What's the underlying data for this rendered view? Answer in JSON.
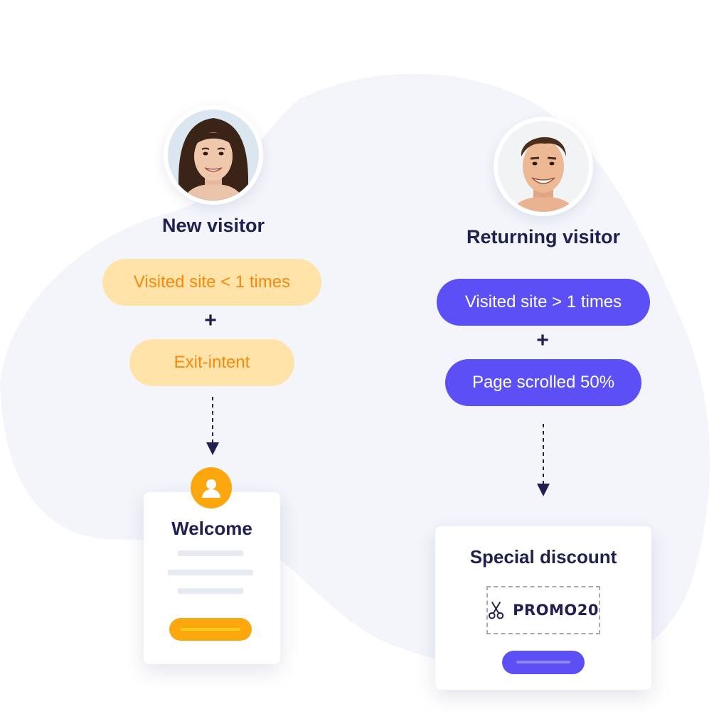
{
  "colors": {
    "navy": "#1e2150",
    "orange_text": "#f7890c",
    "orange_fill": "#ffe3a9",
    "orange_accent": "#fca70d",
    "purple": "#5b4ff5",
    "blob": "#f3f5fb"
  },
  "new_visitor": {
    "title": "New visitor",
    "avatar_icon": "woman-avatar-icon",
    "condition_1": "Visited site < 1 times",
    "operator": "+",
    "condition_2": "Exit-intent",
    "result": {
      "badge_icon": "user-icon",
      "title": "Welcome",
      "placeholder_lines": 3
    }
  },
  "returning_visitor": {
    "title": "Returning visitor",
    "avatar_icon": "man-avatar-icon",
    "condition_1": "Visited site > 1 times",
    "operator": "+",
    "condition_2": "Page scrolled 50%",
    "result": {
      "title": "Special discount",
      "coupon_icon": "scissors-icon",
      "promo_code": "PROMO20"
    }
  }
}
